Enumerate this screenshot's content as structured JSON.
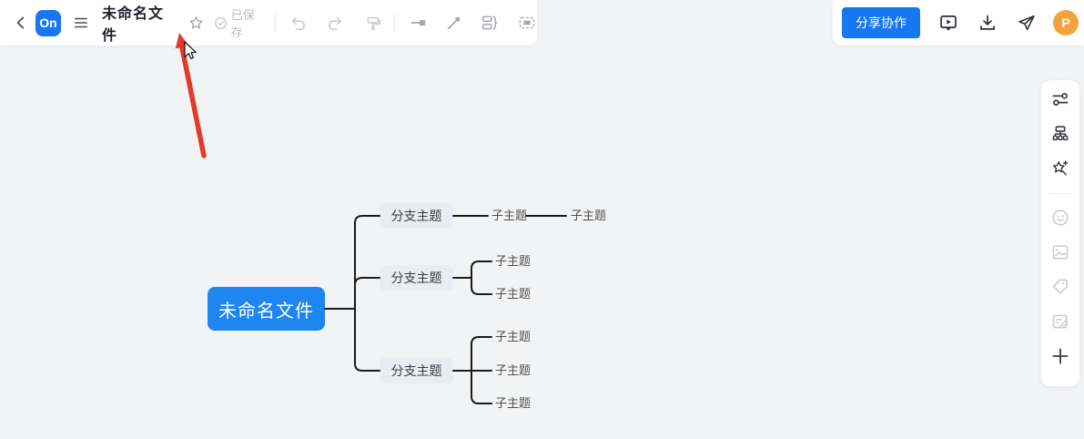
{
  "colors": {
    "accent_blue": "#1677f0",
    "root_node_blue": "#1d86f0",
    "canvas_bg": "#f2f3f4",
    "branch_node_bg": "#e9ecf1",
    "connector_black": "#1b1b1b",
    "avatar_orange": "#f2a33c",
    "annotation_red": "#e23a2b",
    "saved_text_gray": "#b9bdc4"
  },
  "topbar_left": {
    "logo_text": "On",
    "title": "未命名文件",
    "saved_label": "已保存",
    "icon_names": [
      "back-chevron",
      "hamburger-menu",
      "favorite-star",
      "saved-check-circle",
      "undo",
      "redo",
      "format-painter",
      "relation-connector",
      "insert-arrow",
      "summary-brace",
      "boundary-frame"
    ]
  },
  "topbar_right": {
    "share_button_label": "分享协作",
    "icon_names": [
      "presentation-play",
      "download",
      "paper-plane-send"
    ],
    "avatar_letter": "P"
  },
  "right_sidebar": {
    "icon_names": [
      "sliders",
      "structure-tree",
      "ai-magic-star",
      "emoji-smiley",
      "image",
      "tag",
      "note-edit",
      "plus"
    ]
  },
  "mindmap": {
    "root": {
      "label": "未命名文件"
    },
    "branches": [
      {
        "label": "分支主题",
        "children": [
          {
            "label": "子主题",
            "children": [
              {
                "label": "子主题"
              }
            ]
          }
        ]
      },
      {
        "label": "分支主题",
        "children": [
          {
            "label": "子主题"
          },
          {
            "label": "子主题"
          }
        ]
      },
      {
        "label": "分支主题",
        "children": [
          {
            "label": "子主题"
          },
          {
            "label": "子主题"
          },
          {
            "label": "子主题"
          }
        ]
      }
    ]
  }
}
